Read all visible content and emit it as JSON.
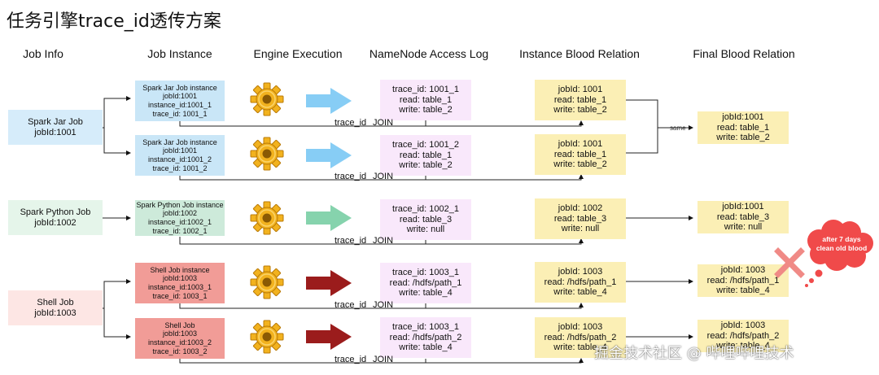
{
  "title": "任务引擎trace_id透传方案",
  "headers": {
    "job_info": "Job Info",
    "job_instance": "Job Instance",
    "engine_execution": "Engine Execution",
    "namenode_log": "NameNode Access Log",
    "instance_blood": "Instance Blood Relation",
    "final_blood": "Final Blood Relation"
  },
  "jobs": [
    {
      "name": "Spark Jar Job",
      "id": "jobId:1001"
    },
    {
      "name": "Spark Python Job",
      "id": "jobId:1002"
    },
    {
      "name": "Shell Job",
      "id": "jobId:1003"
    }
  ],
  "rows": [
    {
      "instance": [
        "Spark Jar Job instance",
        "jobId:1001",
        "instance_id:1001_1",
        "trace_id: 1001_1"
      ],
      "log": [
        "trace_id: 1001_1",
        "read: table_1",
        "write: table_2"
      ],
      "blood": [
        "jobId: 1001",
        "read: table_1",
        "write: table_2"
      ],
      "trace_label": "trace_id",
      "join_label": "JOIN"
    },
    {
      "instance": [
        "Spark Jar Job instance",
        "jobId:1001",
        "instance_id:1001_2",
        "trace_id: 1001_2"
      ],
      "log": [
        "trace_id: 1001_2",
        "read: table_1",
        "write: table_2"
      ],
      "blood": [
        "jobId: 1001",
        "read: table_1",
        "write: table_2"
      ],
      "trace_label": "trace_id",
      "join_label": "JOIN"
    },
    {
      "instance": [
        "Spark Python Job instance",
        "jobId:1002",
        "instance_id:1002_1",
        "trace_id: 1002_1"
      ],
      "log": [
        "trace_id: 1002_1",
        "read: table_3",
        "write: null"
      ],
      "blood": [
        "jobId: 1002",
        "read: table_3",
        "write: null"
      ],
      "trace_label": "trace_id",
      "join_label": "JOIN"
    },
    {
      "instance": [
        "Shell Job instance",
        "jobId:1003",
        "instance_id:1003_1",
        "trace_id: 1003_1"
      ],
      "log": [
        "trace_id: 1003_1",
        "read: /hdfs/path_1",
        "write: table_4"
      ],
      "blood": [
        "jobId: 1003",
        "read: /hdfs/path_1",
        "write: table_4"
      ],
      "trace_label": "trace_id",
      "join_label": "JOIN"
    },
    {
      "instance": [
        "Shell Job",
        "jobId:1003",
        "instance_id:1003_2",
        "trace_id: 1003_2"
      ],
      "log": [
        "trace_id: 1003_1",
        "read: /hdfs/path_2",
        "write: table_4"
      ],
      "blood": [
        "jobId: 1003",
        "read: /hdfs/path_2",
        "write: table_4"
      ],
      "trace_label": "trace_id",
      "join_label": "JOIN"
    }
  ],
  "finals": [
    [
      "jobId:1001",
      "read: table_1",
      "write: table_2"
    ],
    [
      "jobId:1001",
      "read: table_3",
      "write: null"
    ],
    [
      "jobId: 1003",
      "read: /hdfs/path_1",
      "write: table_4"
    ],
    [
      "jobId: 1003",
      "read: /hdfs/path_2",
      "write: table_4"
    ]
  ],
  "same_label": "same",
  "cloud_text": [
    "after 7 days",
    "clean old blood"
  ],
  "watermark": "掘金技术社区 @ 哔哩哔哩技术",
  "colors": {
    "arrow_blue": "#87cdf5",
    "arrow_green": "#86d3ad",
    "arrow_red": "#9b1c1c",
    "cross_red": "#f08a86",
    "cloud_red": "#f04a4a"
  }
}
